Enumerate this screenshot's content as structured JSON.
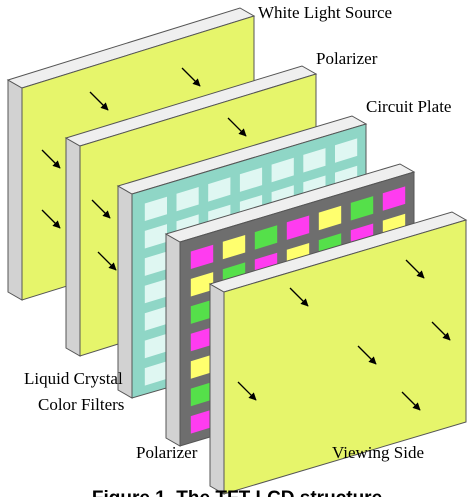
{
  "labels": {
    "white_light_source": "White Light Source",
    "polarizer_top": "Polarizer",
    "circuit_plate": "Circuit Plate",
    "liquid_crystal": "Liquid Crystal",
    "color_filters": "Color Filters",
    "polarizer_bottom": "Polarizer",
    "viewing_side": "Viewing Side"
  },
  "caption": "Figure 1. The TFT-LCD structure",
  "colors": {
    "panel_face": "#e6f56b",
    "panel_side": "#d2d2d2",
    "panel_top": "#efefef",
    "circuit_face": "#8fd6c6",
    "circuit_cell": "#dff7f2",
    "filter_face": "#6e6e6e",
    "filter_magenta": "#ff3cf0",
    "filter_yellow": "#ffff6e",
    "filter_green": "#55e04a",
    "arrow": "#000000"
  },
  "icons": [
    "arrow-icon"
  ]
}
